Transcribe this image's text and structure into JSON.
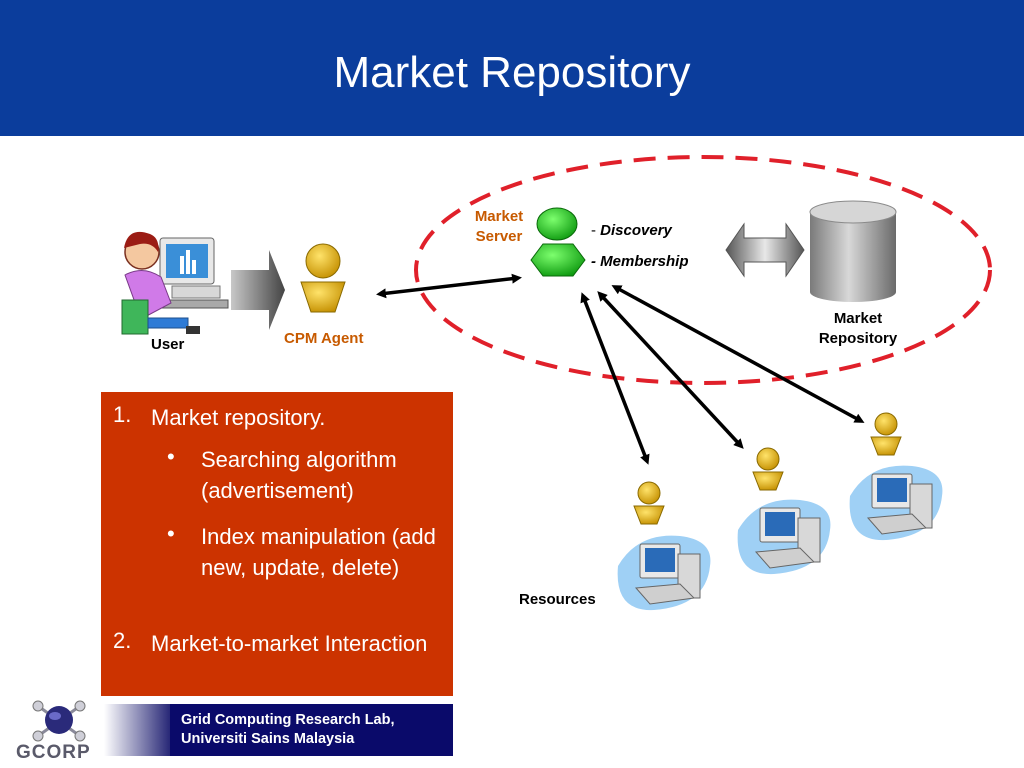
{
  "slide": {
    "title": "Market Repository"
  },
  "diagram": {
    "user_label": "User",
    "cpm_agent_label": "CPM Agent",
    "market_server_label_line1": "Market",
    "market_server_label_line2": "Server",
    "discovery_label": "Discovery",
    "membership_label": "- Membership",
    "market_repository_label_line1": "Market",
    "market_repository_label_line2": "Repository",
    "resources_label": "Resources"
  },
  "info_box": {
    "item1_number": "1.",
    "item1_text": "Market repository.",
    "sub1_bullet": "•",
    "sub1_text": "Searching algorithm (advertisement)",
    "sub2_bullet": "•",
    "sub2_text": "Index manipulation (add new, update, delete)",
    "item2_number": "2.",
    "item2_text": "Market-to-market Interaction"
  },
  "footer": {
    "line1": "Grid Computing Research Lab,",
    "line2": "Universiti Sains Malaysia",
    "logo_text": "GCORP"
  },
  "colors": {
    "header_blue": "#0b3d9c",
    "info_box_red": "#cc3300",
    "dashed_ellipse_red": "#e0202a",
    "agent_gold": "#e0b000",
    "server_green": "#22c422",
    "label_orange": "#c75a00"
  },
  "icons": [
    "user-at-computer-icon",
    "agent-person-icon",
    "server-person-icon",
    "database-cylinder-icon",
    "computer-icon",
    "double-arrow-icon",
    "logo-icon"
  ]
}
